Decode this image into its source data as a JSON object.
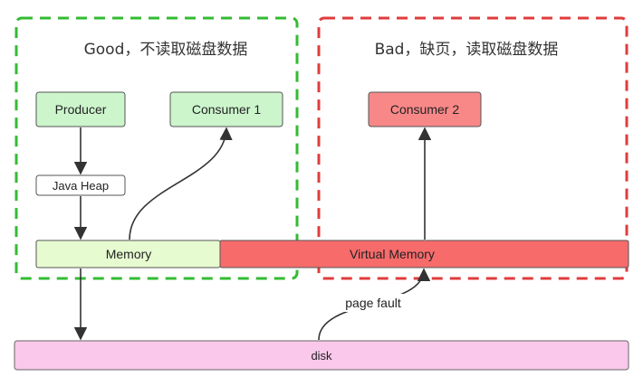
{
  "regions": {
    "good": {
      "title": "Good，不读取磁盘数据",
      "border_color": "#33bb33"
    },
    "bad": {
      "title": "Bad，缺页，读取磁盘数据",
      "border_color": "#e03c3c"
    }
  },
  "nodes": {
    "producer": {
      "label": "Producer",
      "fill": "#ccf5cc"
    },
    "consumer1": {
      "label": "Consumer 1",
      "fill": "#ccf5cc"
    },
    "consumer2": {
      "label": "Consumer 2",
      "fill": "#f88888"
    },
    "java_heap": {
      "label": "Java Heap",
      "fill": "#ffffff"
    },
    "memory": {
      "label": "Memory",
      "fill": "#e6fbd0"
    },
    "virtual_memory": {
      "label": "Virtual Memory",
      "fill": "#f76b6b"
    },
    "disk": {
      "label": "disk",
      "fill": "#f9c8ea"
    }
  },
  "edges": {
    "page_fault_label": "page fault"
  }
}
